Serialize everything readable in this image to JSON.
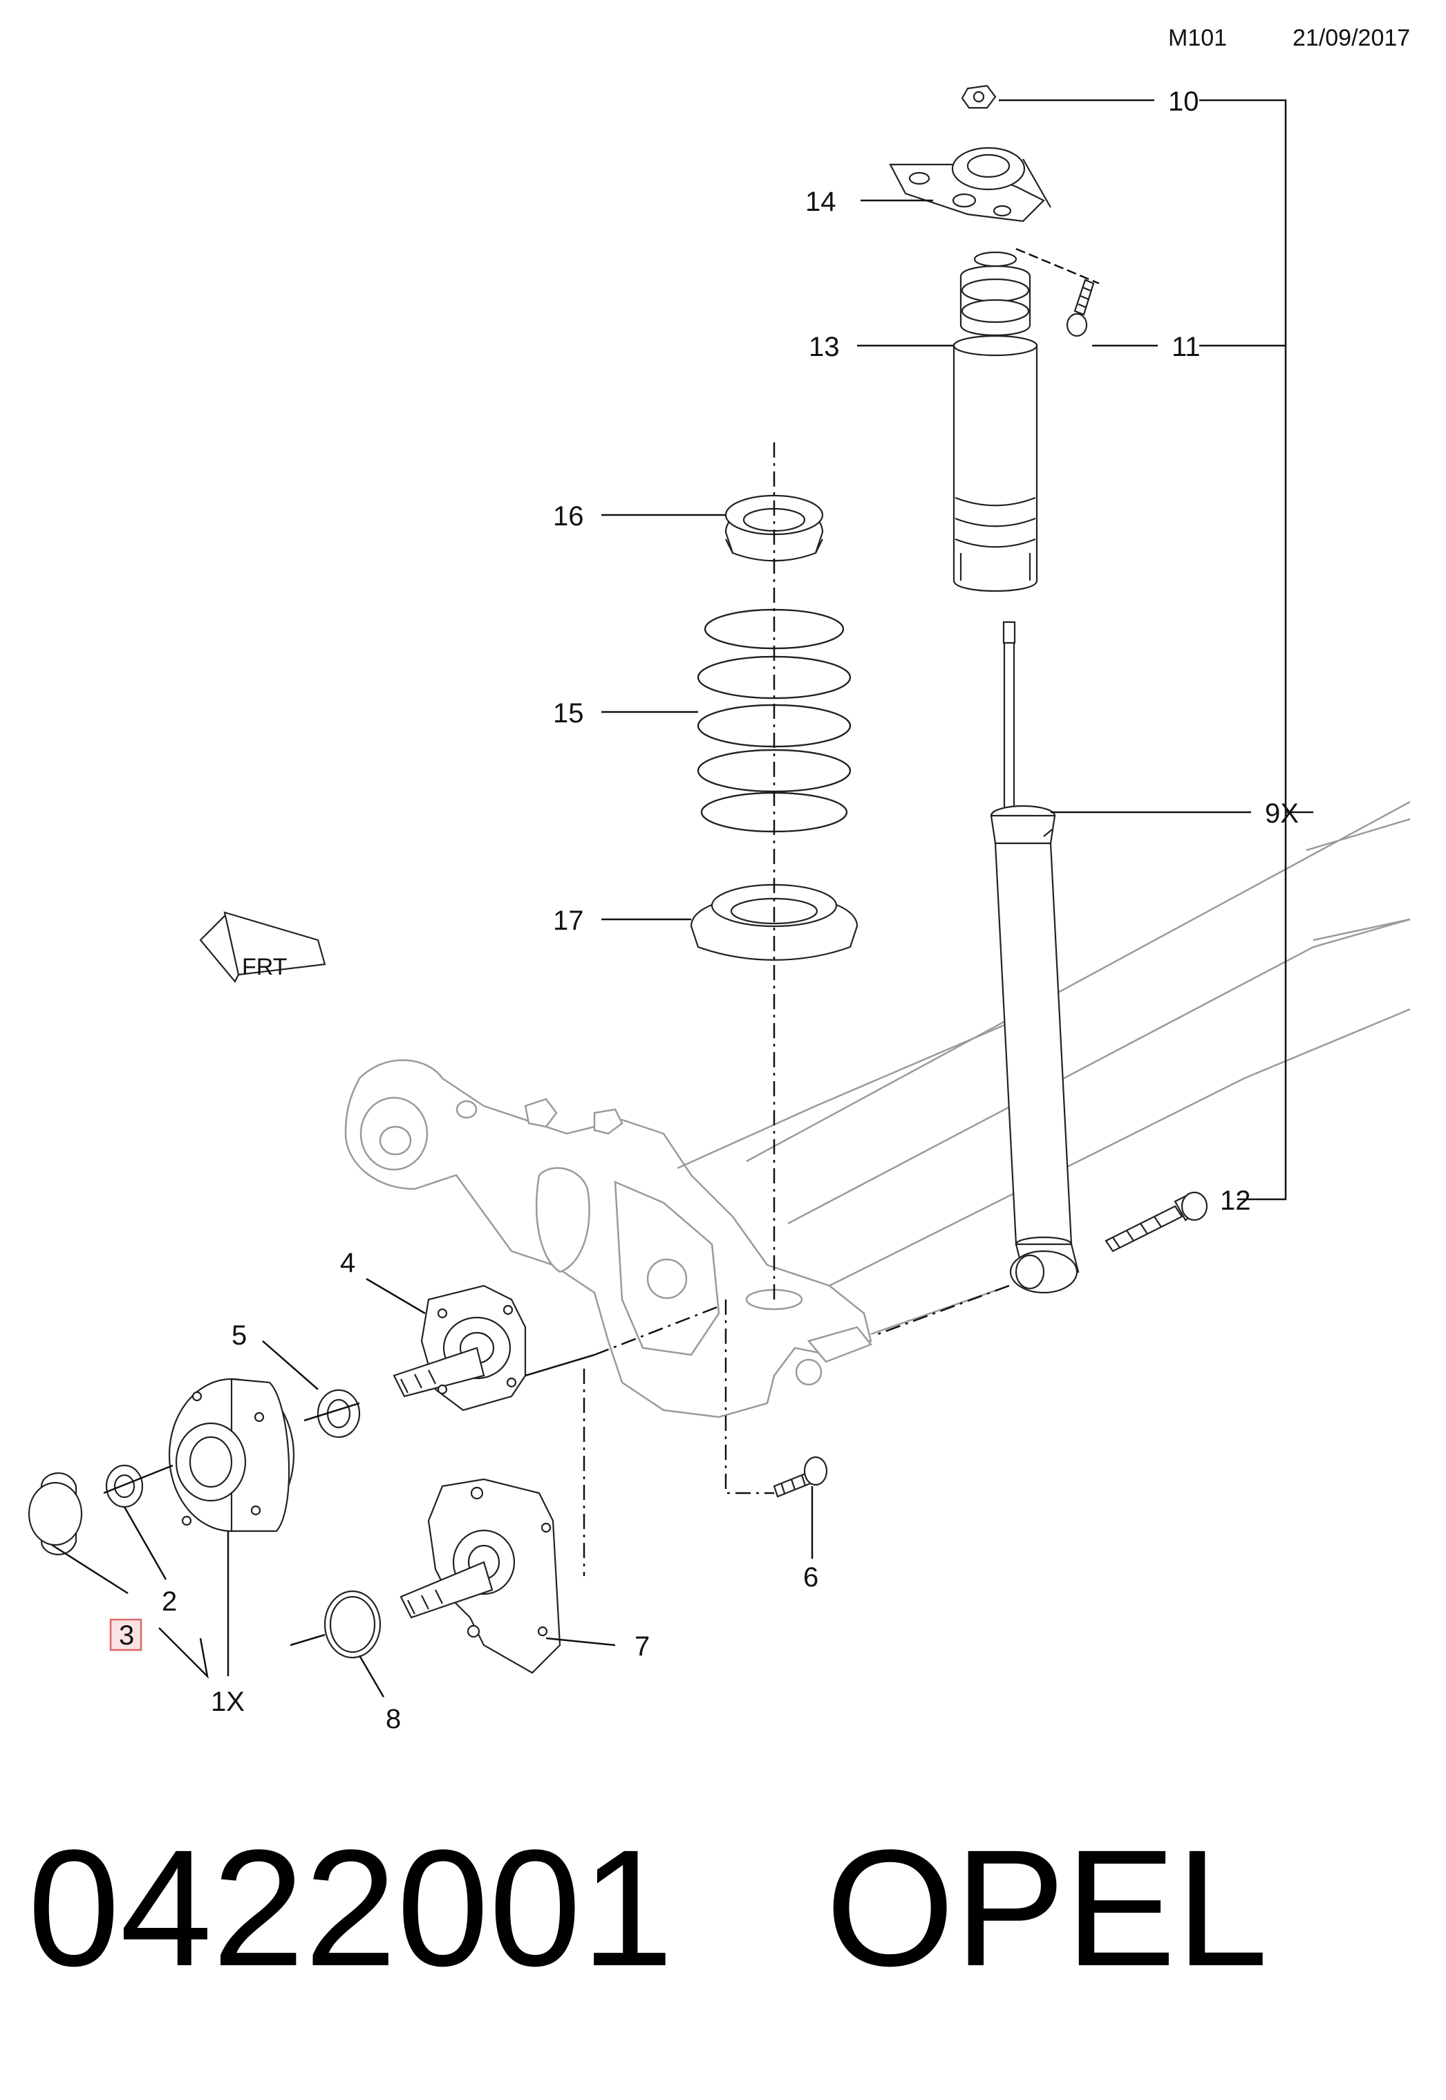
{
  "header": {
    "model_code": "M101",
    "date": "21/09/2017"
  },
  "callouts": {
    "c1x": "1X",
    "c2": "2",
    "c3": "3",
    "c4": "4",
    "c5": "5",
    "c6": "6",
    "c7": "7",
    "c8": "8",
    "c9x": "9X",
    "c10": "10",
    "c11": "11",
    "c12": "12",
    "c13": "13",
    "c14": "14",
    "c15": "15",
    "c16": "16",
    "c17": "17"
  },
  "highlighted_callout": "3",
  "front_arrow_label": "FRT",
  "footer": {
    "part_number": "0422001",
    "brand": "OPEL"
  }
}
